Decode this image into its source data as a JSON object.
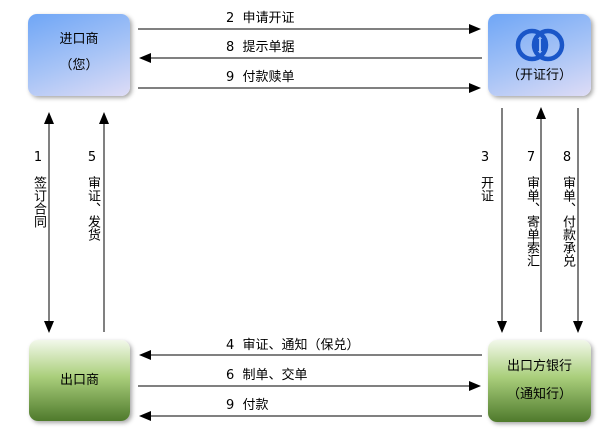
{
  "nodes": {
    "importer": {
      "title": "进口商",
      "subtitle": "（您）"
    },
    "issuing_bank": {
      "subtitle": "（开证行）",
      "logo": "bank-logo-icon"
    },
    "exporter": {
      "title": "出口商"
    },
    "advising_bank": {
      "title": "出口方银行",
      "subtitle": "（通知行）"
    }
  },
  "flows": {
    "f2": {
      "num": "2",
      "text": "申请开证"
    },
    "f8a": {
      "num": "8",
      "text": "提示单据"
    },
    "f9a": {
      "num": "9",
      "text": "付款赎单"
    },
    "f1": {
      "num": "1",
      "text": "签订合同"
    },
    "f5": {
      "num": "5",
      "text": "审证、发货"
    },
    "f3": {
      "num": "3",
      "text": "开证"
    },
    "f7": {
      "num": "7",
      "text": "审单、寄单索汇"
    },
    "f8b": {
      "num": "8",
      "text": "审单、付款承兑"
    },
    "f4": {
      "num": "4",
      "text": "审证、通知（保兑）"
    },
    "f6": {
      "num": "6",
      "text": "制单、交单"
    },
    "f9b": {
      "num": "9",
      "text": "付款"
    }
  },
  "colors": {
    "arrow": "#000000",
    "logo": "#1a56c8"
  }
}
